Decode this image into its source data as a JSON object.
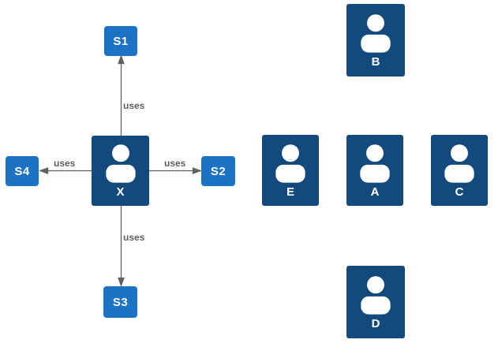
{
  "colors": {
    "canvas_bg": "#ffffff",
    "node_dark_blue": "#134a7d",
    "node_light_blue": "#1c73c5",
    "edge_gray": "#616161",
    "edge_label_gray": "#5f5f5f",
    "icon_white": "#ffffff"
  },
  "nodes": {
    "x": {
      "label": "X",
      "type": "actor"
    },
    "s1": {
      "label": "S1",
      "type": "system"
    },
    "s2": {
      "label": "S2",
      "type": "system"
    },
    "s3": {
      "label": "S3",
      "type": "system"
    },
    "s4": {
      "label": "S4",
      "type": "system"
    },
    "b": {
      "label": "B",
      "type": "actor"
    },
    "e": {
      "label": "E",
      "type": "actor"
    },
    "a": {
      "label": "A",
      "type": "actor"
    },
    "c": {
      "label": "C",
      "type": "actor"
    },
    "d": {
      "label": "D",
      "type": "actor"
    }
  },
  "edges": {
    "x_s1": {
      "from": "X",
      "to": "S1",
      "label": "uses"
    },
    "x_s2": {
      "from": "X",
      "to": "S2",
      "label": "uses"
    },
    "x_s3": {
      "from": "X",
      "to": "S3",
      "label": "uses"
    },
    "x_s4": {
      "from": "X",
      "to": "S4",
      "label": "uses"
    }
  }
}
